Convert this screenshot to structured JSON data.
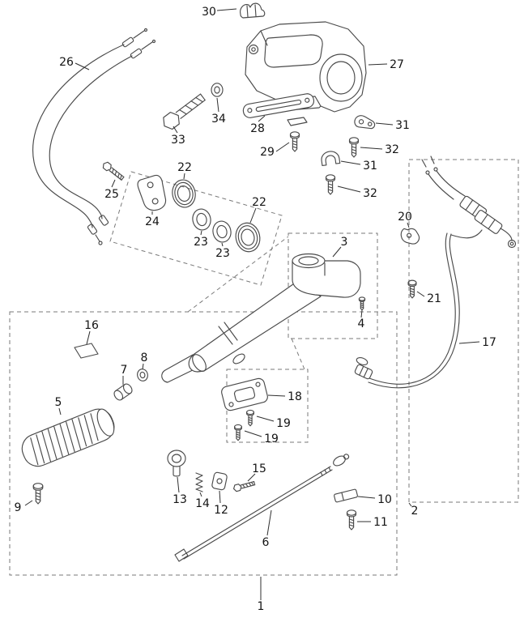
{
  "diagram": {
    "type": "exploded-parts-diagram",
    "colors": {
      "bg": "#ffffff",
      "line": "#4a4a4a",
      "label": "#141414",
      "dash": "#7a7a7a",
      "leader": "#2f2f2f"
    }
  },
  "callouts": [
    {
      "label": "30"
    },
    {
      "label": "26"
    },
    {
      "label": "27"
    },
    {
      "label": "34"
    },
    {
      "label": "28"
    },
    {
      "label": "33"
    },
    {
      "label": "29"
    },
    {
      "label": "31"
    },
    {
      "label": "32"
    },
    {
      "label": "31"
    },
    {
      "label": "32"
    },
    {
      "label": "25"
    },
    {
      "label": "22"
    },
    {
      "label": "24"
    },
    {
      "label": "23"
    },
    {
      "label": "23"
    },
    {
      "label": "22"
    },
    {
      "label": "20"
    },
    {
      "label": "3"
    },
    {
      "label": "21"
    },
    {
      "label": "4"
    },
    {
      "label": "17"
    },
    {
      "label": "16"
    },
    {
      "label": "8"
    },
    {
      "label": "7"
    },
    {
      "label": "5"
    },
    {
      "label": "18"
    },
    {
      "label": "19"
    },
    {
      "label": "19"
    },
    {
      "label": "9"
    },
    {
      "label": "13"
    },
    {
      "label": "14"
    },
    {
      "label": "12"
    },
    {
      "label": "15"
    },
    {
      "label": "6"
    },
    {
      "label": "10"
    },
    {
      "label": "11"
    },
    {
      "label": "2"
    },
    {
      "label": "1"
    }
  ]
}
